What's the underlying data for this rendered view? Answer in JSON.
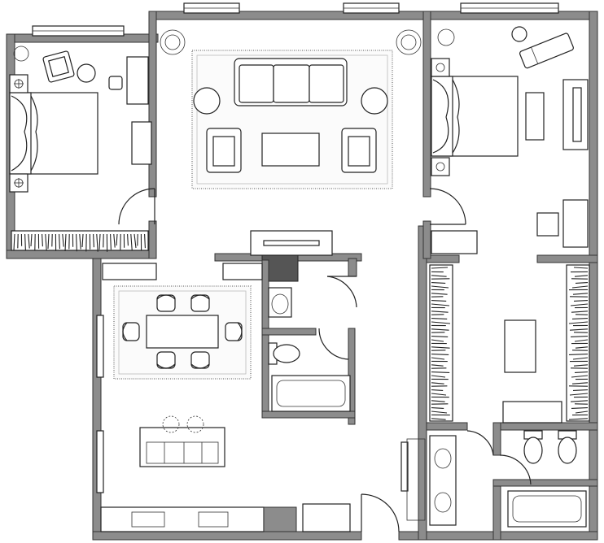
{
  "plan": {
    "description_rooms": [
      "bedroom-west",
      "living-room",
      "bedroom-east",
      "dining-area",
      "kitchen",
      "bathroom-center",
      "bathroom-east",
      "closet-north",
      "closet-east"
    ]
  }
}
